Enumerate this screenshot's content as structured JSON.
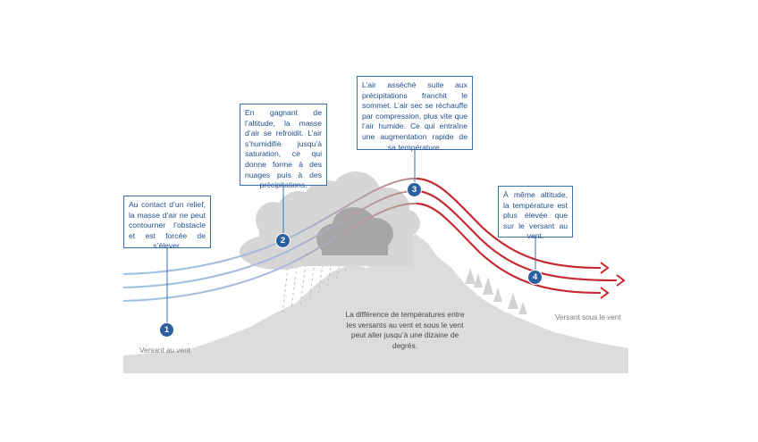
{
  "steps": [
    {
      "number": "1",
      "text": "Au contact d’un relief, la masse d’air ne peut contourner l’obstacle et est forcée de s’élever."
    },
    {
      "number": "2",
      "text": "En gagnant de l’altitude, la masse d’air se refroidit. L’air s’humidifie jusqu’à saturation, ce qui donne forme à des nuages puis à des précipitations."
    },
    {
      "number": "3",
      "text": "L’air asséché suite aux précipitations franchit le sommet. L’air sec se réchauffe par compression, plus vite que l’air humide. Ce qui entraîne une augmentation rapide de sa température."
    },
    {
      "number": "4",
      "text": "À même altitude, la température est plus élevée que sur le versant au vent."
    }
  ],
  "labels": {
    "windward": "Versant au vent",
    "leeward": "Versant sous le vent",
    "difference": "La différence de températures entre les versants au vent et sous le vent peut aller jusqu’à une dizaine de degrés."
  },
  "colors": {
    "cold_air": "#9dc0e6",
    "transition_air": "#b58a86",
    "warm_air": "#c8262d",
    "callout_border": "#3a6fb5",
    "badge": "#2c5f9e",
    "ground": "#dcdcdc"
  }
}
